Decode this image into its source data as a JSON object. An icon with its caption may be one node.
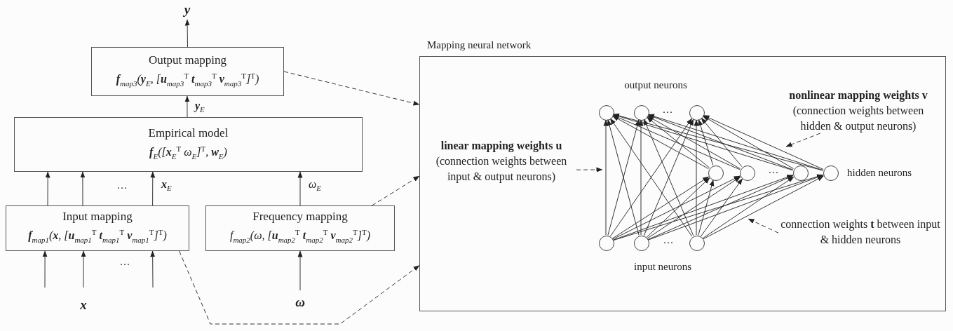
{
  "diagram": {
    "nodes": [
      {
        "text": [
          "y"
        ]
      },
      {
        "text": [
          "Output mapping",
          "**f**$_{map3}$(**y**$_{E}$, [**u**$_{map3}$$^{T}$ **t**$_{map3}$$^{T}$ **v**$_{map3}$$^{T}$]$^{T}$)"
        ]
      },
      {
        "text": [
          "Empirical model",
          "**f**$_{E}$([**x**$_{E}$$^{T}$ ω$_{E}$]$^{T}$, **w**$_{E}$)"
        ]
      },
      {
        "text": [
          "Input mapping",
          "**f**$_{map1}$(**x**, [**u**$_{map1}$$^{T}$ **t**$_{map1}$$^{T}$ **v**$_{map1}$$^{T}$]$^{T}$)"
        ]
      },
      {
        "text": [
          "Frequency mapping",
          "f$_{map2}$(ω, [**u**$_{map2}$$^{T}$ **t**$_{map2}$$^{T}$ **v**$_{map2}$$^{T}$]$^{T}$)"
        ]
      },
      {
        "text": [
          "x"
        ]
      },
      {
        "text": [
          "ω"
        ]
      },
      {
        "text": [
          "Mapping neural network"
        ]
      },
      {
        "text": [],
        "shape": "circle",
        "in": 7
      },
      {
        "text": [],
        "shape": "circle",
        "in": 7
      },
      {
        "text": [],
        "shape": "circle",
        "in": 7
      },
      {
        "text": [],
        "shape": "circle",
        "in": 7
      },
      {
        "text": [],
        "shape": "circle",
        "in": 7
      },
      {
        "text": [],
        "shape": "circle",
        "in": 7
      },
      {
        "text": [],
        "shape": "circle",
        "in": 7
      },
      {
        "text": [],
        "shape": "circle",
        "in": 7
      },
      {
        "text": [],
        "shape": "circle",
        "in": 7
      },
      {
        "text": [],
        "shape": "circle",
        "in": 7
      },
      {
        "text": [
          "linear mapping weights u",
          "(connection weights between input & output neurons)"
        ],
        "in": 7
      },
      {
        "text": [
          "nonlinear mapping weights v",
          "(connection weights between hidden & output neurons)"
        ],
        "in": 7
      },
      {
        "text": [
          "connection weights **t** between input & hidden neurons"
        ],
        "in": 7
      }
    ],
    "edges": [
      {
        "from": 1,
        "to": 0,
        "arrow": "to"
      },
      {
        "from": 2,
        "to": 1,
        "arrow": "to",
        "label": "**y**$_{E}$"
      },
      {
        "from": 3,
        "to": 2,
        "arrow": "to"
      },
      {
        "from": 3,
        "to": 2,
        "arrow": "to"
      },
      {
        "from": 3,
        "to": 2,
        "arrow": "to",
        "label": "**x**$_{E}$"
      },
      {
        "from": 4,
        "to": 2,
        "arrow": "to",
        "label": "ω$_{E}$"
      },
      {
        "from": null,
        "to": 3,
        "arrow": "to"
      },
      {
        "from": 5,
        "to": 3,
        "arrow": "to"
      },
      {
        "from": null,
        "to": 3,
        "arrow": "to"
      },
      {
        "from": 6,
        "to": 4,
        "arrow": "to"
      },
      {
        "from": 1,
        "to": 7,
        "arrow": "to",
        "style": "dashed"
      },
      {
        "from": 4,
        "to": 7,
        "arrow": "to",
        "style": "dashed"
      },
      {
        "from": 3,
        "to": 7,
        "arrow": "to",
        "style": "dashed"
      },
      {
        "from": 18,
        "to": null,
        "arrow": "to",
        "style": "dashed"
      },
      {
        "from": 19,
        "to": null,
        "arrow": "to",
        "style": "dashed"
      },
      {
        "from": 20,
        "to": null,
        "arrow": "to",
        "style": "dashed"
      },
      {
        "from": 15,
        "to": 8,
        "arrow": "to"
      },
      {
        "from": 15,
        "to": 9,
        "arrow": "to"
      },
      {
        "from": 15,
        "to": 10,
        "arrow": "to"
      },
      {
        "from": 16,
        "to": 8,
        "arrow": "to"
      },
      {
        "from": 16,
        "to": 9,
        "arrow": "to"
      },
      {
        "from": 16,
        "to": 10,
        "arrow": "to"
      },
      {
        "from": 17,
        "to": 8,
        "arrow": "to"
      },
      {
        "from": 17,
        "to": 9,
        "arrow": "to"
      },
      {
        "from": 17,
        "to": 10,
        "arrow": "to"
      },
      {
        "from": 15,
        "to": 11,
        "arrow": "to"
      },
      {
        "from": 15,
        "to": 12,
        "arrow": "to"
      },
      {
        "from": 15,
        "to": 13,
        "arrow": "to"
      },
      {
        "from": 15,
        "to": 14,
        "arrow": "to"
      },
      {
        "from": 16,
        "to": 11,
        "arrow": "to"
      },
      {
        "from": 16,
        "to": 12,
        "arrow": "to"
      },
      {
        "from": 16,
        "to": 13,
        "arrow": "to"
      },
      {
        "from": 16,
        "to": 14,
        "arrow": "to"
      },
      {
        "from": 17,
        "to": 11,
        "arrow": "to"
      },
      {
        "from": 17,
        "to": 12,
        "arrow": "to"
      },
      {
        "from": 17,
        "to": 13,
        "arrow": "to"
      },
      {
        "from": 17,
        "to": 14,
        "arrow": "to"
      },
      {
        "from": 11,
        "to": 8,
        "arrow": "to"
      },
      {
        "from": 11,
        "to": 9,
        "arrow": "to"
      },
      {
        "from": 11,
        "to": 10,
        "arrow": "to"
      },
      {
        "from": 12,
        "to": 8,
        "arrow": "to"
      },
      {
        "from": 12,
        "to": 9,
        "arrow": "to"
      },
      {
        "from": 12,
        "to": 10,
        "arrow": "to"
      },
      {
        "from": 13,
        "to": 8,
        "arrow": "to"
      },
      {
        "from": 13,
        "to": 9,
        "arrow": "to"
      },
      {
        "from": 13,
        "to": 10,
        "arrow": "to"
      },
      {
        "from": 14,
        "to": 8,
        "arrow": "to"
      },
      {
        "from": 14,
        "to": 9,
        "arrow": "to"
      },
      {
        "from": 14,
        "to": 10,
        "arrow": "to"
      }
    ],
    "labels": [
      "···",
      "···",
      "output neurons",
      "···",
      "hidden neurons",
      "···",
      "input neurons",
      "···"
    ]
  }
}
